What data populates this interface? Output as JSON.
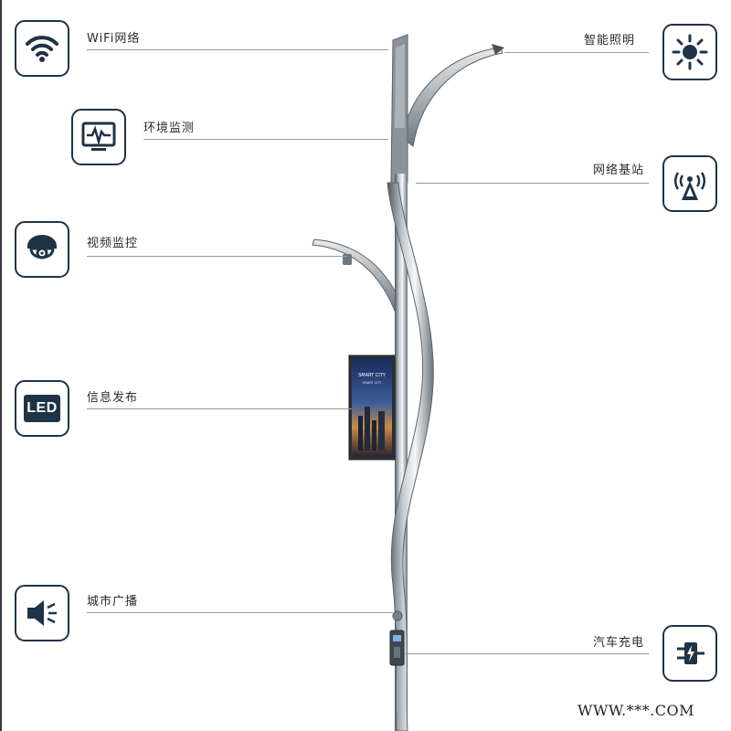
{
  "features": {
    "wifi": {
      "label": "WiFi网络",
      "icon": "wifi-icon"
    },
    "env": {
      "label": "环境监测",
      "icon": "monitor-waveform-icon"
    },
    "video": {
      "label": "视频监控",
      "icon": "surveillance-camera-icon"
    },
    "led": {
      "label": "信息发布",
      "icon": "led-display-icon",
      "icon_text": "LED"
    },
    "broadcast": {
      "label": "城市广播",
      "icon": "speaker-icon"
    },
    "light": {
      "label": "智能照明",
      "icon": "sun-icon"
    },
    "station": {
      "label": "网络基站",
      "icon": "antenna-tower-icon"
    },
    "charge": {
      "label": "汽车充电",
      "icon": "ev-charger-plug-icon"
    }
  },
  "screen": {
    "title": "SMART CITY",
    "subtitle": "SMART CITY"
  },
  "watermark": "WWW.***.COM",
  "colors": {
    "icon_stroke": "#1f3347",
    "pole": "#9aa3ab",
    "pole_dark": "#5b646c",
    "leader": "#9a9a9a"
  }
}
